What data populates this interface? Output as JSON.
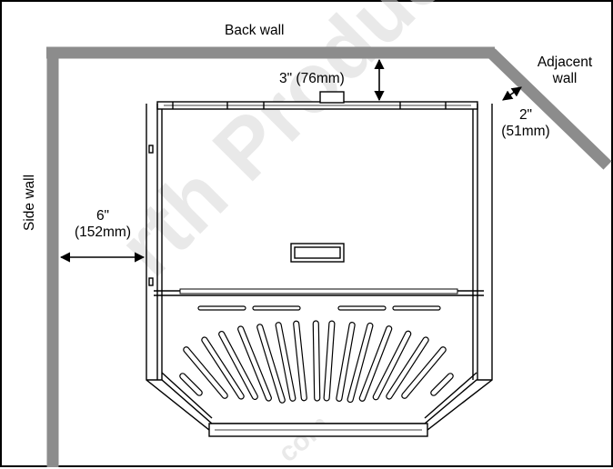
{
  "labels": {
    "back_wall": "Back wall",
    "side_wall": "Side wall",
    "adjacent_wall_line1": "Adjacent",
    "adjacent_wall_line2": "wall",
    "back_clearance": "3\" (76mm)",
    "side_clearance_line1": "6\"",
    "side_clearance_line2": "(152mm)",
    "corner_clearance_line1": "2\"",
    "corner_clearance_line2": "(51mm)"
  },
  "watermark": {
    "main": "rth Products",
    "small": "com"
  },
  "colors": {
    "wall": "#8c8c8c",
    "line": "#000000",
    "background": "#ffffff",
    "watermark": "#d8d8d8"
  }
}
